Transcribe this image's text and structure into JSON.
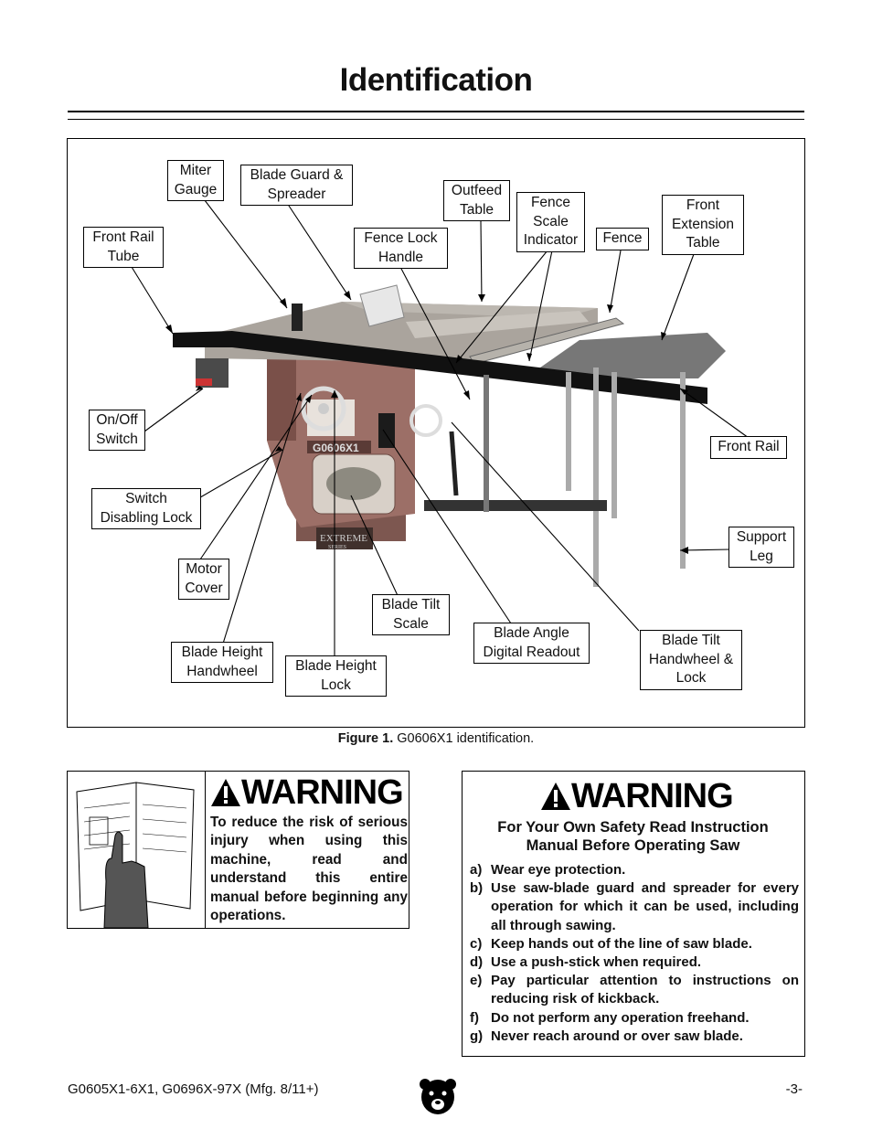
{
  "page": {
    "title": "Identification",
    "footer_left": "G0605X1-6X1, G0696X-97X (Mfg. 8/11+)",
    "page_number": "-3-"
  },
  "figure": {
    "caption_bold": "Figure 1.",
    "caption_text": " G0606X1 identification.",
    "machine_model": "G0606X1",
    "machine_series": "EXTREME",
    "machine_series_sub": "SERIES",
    "labels": {
      "miter_gauge": [
        "Miter",
        "Gauge"
      ],
      "blade_guard": [
        "Blade Guard &",
        "Spreader"
      ],
      "outfeed_table": [
        "Outfeed",
        "Table"
      ],
      "fence_scale": [
        "Fence",
        "Scale",
        "Indicator"
      ],
      "fence": [
        "Fence"
      ],
      "front_ext": [
        "Front",
        "Extension",
        "Table"
      ],
      "front_rail_tube": [
        "Front Rail",
        "Tube"
      ],
      "fence_lock": [
        "Fence Lock",
        "Handle"
      ],
      "onoff": [
        "On/Off",
        "Switch"
      ],
      "front_rail": [
        "Front Rail"
      ],
      "switch_lock": [
        "Switch",
        "Disabling Lock"
      ],
      "support_leg": [
        "Support",
        "Leg"
      ],
      "motor_cover": [
        "Motor",
        "Cover"
      ],
      "blade_tilt_scale": [
        "Blade Tilt",
        "Scale"
      ],
      "blade_angle": [
        "Blade Angle",
        "Digital Readout"
      ],
      "blade_tilt_hw": [
        "Blade Tilt",
        "Handwheel &",
        "Lock"
      ],
      "blade_height_hw": [
        "Blade Height",
        "Handwheel"
      ],
      "blade_height_lock": [
        "Blade Height",
        "Lock"
      ]
    }
  },
  "warning1": {
    "heading": "WARNING",
    "text": "To reduce the risk of serious injury when using this machine, read and understand this entire manual before beginning any operations."
  },
  "warning2": {
    "heading": "WARNING",
    "subtitle_1": "For Your Own Safety Read Instruction",
    "subtitle_2": "Manual Before Operating Saw",
    "items": [
      {
        "key": "a)",
        "text": "Wear eye protection."
      },
      {
        "key": "b)",
        "text": "Use saw-blade guard and spreader for every operation for which it can be used, including all through sawing."
      },
      {
        "key": "c)",
        "text": "Keep hands out of the line of saw blade."
      },
      {
        "key": "d)",
        "text": "Use a push-stick when required."
      },
      {
        "key": "e)",
        "text": "Pay particular attention to instructions on reducing risk of kickback."
      },
      {
        "key": "f)",
        "text": "Do not perform any operation freehand."
      },
      {
        "key": "g)",
        "text": "Never reach around or over saw blade."
      }
    ]
  }
}
